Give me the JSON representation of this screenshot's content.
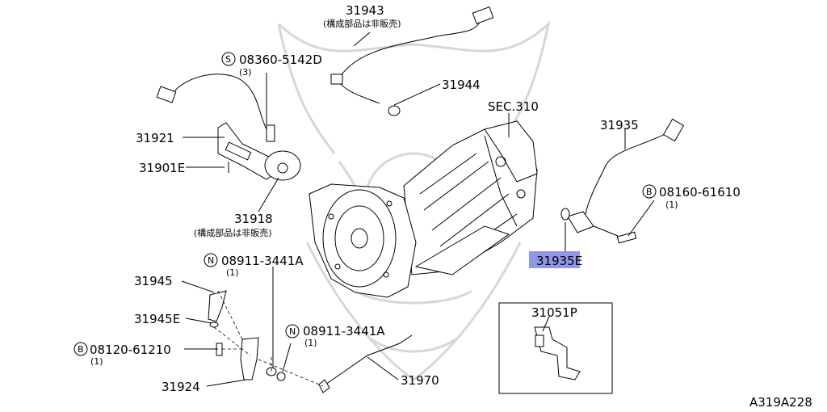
{
  "diagram": {
    "labels": {
      "p31943": "31943",
      "p31943_note": "(構成部品は非販売)",
      "p08360": "08360-5142D",
      "p08360_prefix": "S",
      "p08360_qty": "(3)",
      "p31944": "31944",
      "sec310": "SEC.310",
      "p31935": "31935",
      "p31921": "31921",
      "p31901e": "31901E",
      "p08160": "08160-61610",
      "p08160_prefix": "B",
      "p08160_qty": "(1)",
      "p31918": "31918",
      "p31918_note": "(構成部品は非販売)",
      "p31935e": "31935E",
      "p08911a": "08911-3441A",
      "p08911a_prefix": "N",
      "p08911a_qty": "(1)",
      "p31945": "31945",
      "p31945e": "31945E",
      "p08911b": "08911-3441A",
      "p08911b_prefix": "N",
      "p08911b_qty": "(1)",
      "p08120": "08120-61210",
      "p08120_prefix": "B",
      "p08120_qty": "(1)",
      "p31051p": "31051P",
      "p31924": "31924",
      "p31970": "31970",
      "code": "A319A228"
    },
    "colors": {
      "line": "#000000",
      "highlight": "#8f97e6",
      "watermark": "#d7d7d7"
    }
  }
}
